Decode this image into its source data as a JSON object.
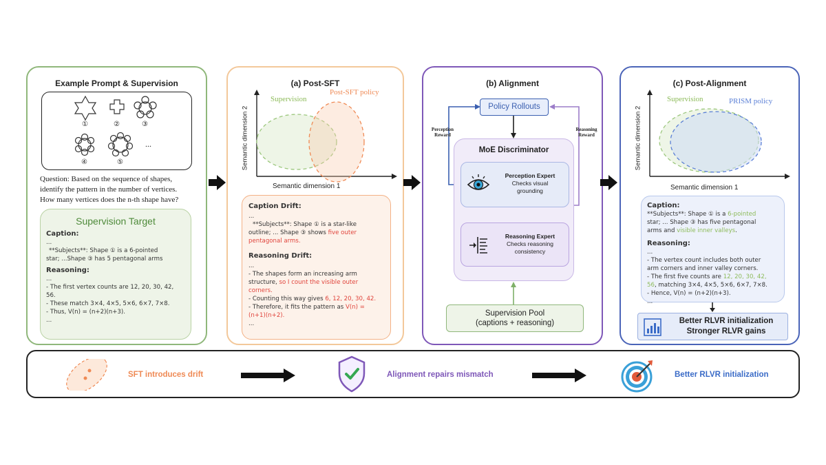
{
  "colors": {
    "panel1_border": "#8fb77a",
    "panel2_border": "#f3c89a",
    "panel3_border": "#7e57b8",
    "panel4_border": "#4a64b8",
    "supervision_green": "#8dbb5a",
    "sft_orange": "#ef8a55",
    "prism_blue": "#5a7fd6",
    "drift_red": "#e0433b",
    "alignment_purple": "#7e57b8",
    "rlvr_blue": "#3a6bc7"
  },
  "panel1": {
    "title": "Example Prompt & Supervision",
    "shape_labels": [
      "①",
      "②",
      "③",
      "④",
      "⑤"
    ],
    "ellipsis": "...",
    "question": [
      "Question: Based on the sequence of shapes,",
      "identify the pattern in the number of vertices.",
      "How many vertices does the n-th shape have?"
    ],
    "target_title": "Supervision Target",
    "caption_label": "Caption:",
    "caption_lines": [
      "...",
      "**Subjects**: Shape ① is a 6-pointed",
      "star; ...Shape ③ has 5 pentagonal arms"
    ],
    "reasoning_label": "Reasoning:",
    "reasoning_lines": [
      "...",
      "- The first vertex counts are 12, 20, 30, 42,",
      "56.",
      "- These match 3×4, 4×5, 5×6, 6×7, 7×8.",
      "- Thus, V(n) = (n+2)(n+3).",
      "..."
    ]
  },
  "panel2": {
    "title": "(a) Post-SFT",
    "legend_supervision": "Supervision",
    "legend_policy": "Post-SFT policy",
    "ylabel": "Semantic dimension 2",
    "xlabel": "Semantic dimension 1",
    "caption_drift_label": "Caption Drift:",
    "caption_drift_line0": "...",
    "caption_drift_line1": "**Subjects**: Shape ① is a star-like",
    "caption_drift_line2a": "outline; ... Shape ③ shows ",
    "caption_drift_line2b": "five outer",
    "caption_drift_line3": "pentagonal arms.",
    "reasoning_drift_label": "Reasoning Drift:",
    "rd0": "...",
    "rd1": "- The shapes form an increasing arm",
    "rd2a": "structure, ",
    "rd2b": "so I count the visible outer",
    "rd3": "corners.",
    "rd4a": "- Counting this way gives ",
    "rd4b": "6, 12, 20, 30, 42.",
    "rd5a": "- Therefore, it fits the pattern as ",
    "rd5b": "V(n) =",
    "rd6": "(n+1)(n+2).",
    "rd7": "..."
  },
  "panel3": {
    "title": "(b) Alignment",
    "policy_rollouts": "Policy Rollouts",
    "perception_reward": [
      "Perception",
      "Reward"
    ],
    "reasoning_reward": [
      "Reasoning",
      "Reward"
    ],
    "moe_title": "MoE Discriminator",
    "perception_expert": "Perception Expert",
    "perception_desc": [
      "Checks visual",
      "grounding"
    ],
    "reasoning_expert": "Reasoning Expert",
    "reasoning_desc": [
      "Checks reasoning",
      "consistency"
    ],
    "pool_title": "Supervision Pool",
    "pool_sub": "(captions + reasoning)"
  },
  "panel4": {
    "title": "(c) Post-Alignment",
    "legend_supervision": "Supervision",
    "legend_policy": "PRISM policy",
    "ylabel": "Semantic dimension 2",
    "xlabel": "Semantic dimension 1",
    "caption_label": "Caption:",
    "c1a": "**Subjects**: Shape ① is a ",
    "c1b": "6-pointed",
    "c2": "star; ... Shape ③ has five pentagonal",
    "c3a": "arms and ",
    "c3b": "visible inner valleys",
    "c3c": ".",
    "reasoning_label": "Reasoning:",
    "r0": "...",
    "r1": "- The vertex count includes both outer",
    "r2": "arm corners and inner valley corners.",
    "r3a": "- The first five counts are ",
    "r3b": "12, 20, 30, 42,",
    "r4a": "56",
    "r4b": ", matching 3×4, 4×5, 5×6, 6×7, 7×8.",
    "r5": "- Hence, V(n) = (n+2)(n+3).",
    "r6": "...",
    "result_line1": "Better RLVR initialization",
    "result_line2": "Stronger RLVR gains"
  },
  "bottom": {
    "step1": "SFT introduces drift",
    "step2": "Alignment repairs mismatch",
    "step3": "Better RLVR initialization"
  }
}
